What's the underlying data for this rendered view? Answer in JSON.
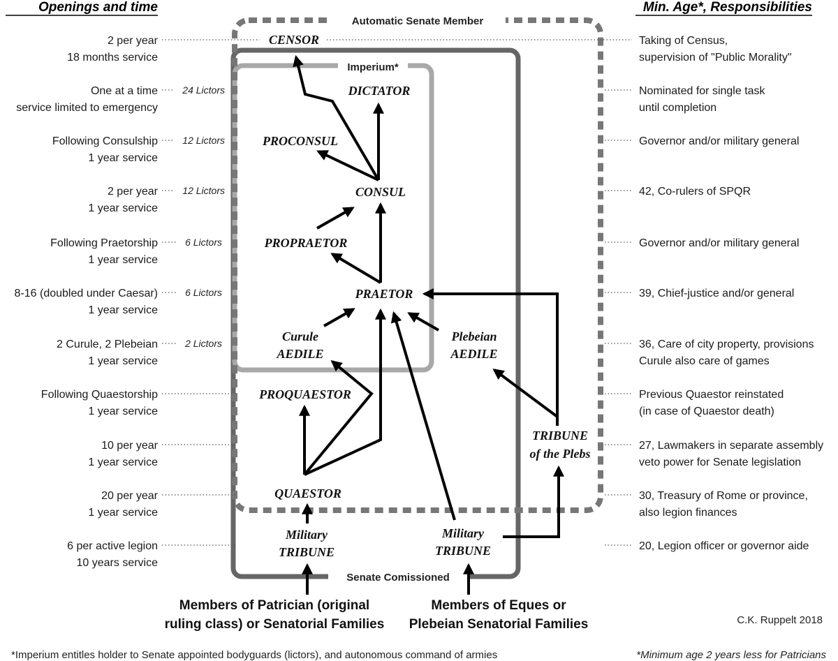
{
  "headers": {
    "left": "Openings and time",
    "right": "Min. Age*, Responsibilities"
  },
  "boxes": {
    "senate_member": "Automatic Senate Member",
    "imperium": "Imperium*",
    "senate_commissioned": "Senate Comissioned"
  },
  "offices": {
    "censor": "CENSOR",
    "dictator": "DICTATOR",
    "proconsul": "PROCONSUL",
    "consul": "CONSUL",
    "propraetor": "PROPRAETOR",
    "praetor": "PRAETOR",
    "curule_aedile_1": "Curule",
    "curule_aedile_2": "AEDILE",
    "plebeian_aedile_1": "Plebeian",
    "plebeian_aedile_2": "AEDILE",
    "proquaestor": "PROQUAESTOR",
    "tribune_plebs_1": "TRIBUNE",
    "tribune_plebs_2": "of the Plebs",
    "quaestor": "QUAESTOR",
    "mil_tribune_left_1": "Military",
    "mil_tribune_left_2": "TRIBUNE",
    "mil_tribune_right_1": "Military",
    "mil_tribune_right_2": "TRIBUNE"
  },
  "rows": [
    {
      "left1": "2 per year",
      "left2": "18 months service",
      "lictors": "",
      "right1": "Taking of Census,",
      "right2": "supervision of \"Public Morality\""
    },
    {
      "left1": "One at a time",
      "left2": "service limited to emergency",
      "lictors": "24 Lictors",
      "right1": "Nominated for single task",
      "right2": "until completion"
    },
    {
      "left1": "Following Consulship",
      "left2": "1 year service",
      "lictors": "12 Lictors",
      "right1": "Governor and/or military general",
      "right2": ""
    },
    {
      "left1": "2 per year",
      "left2": "1 year service",
      "lictors": "12 Lictors",
      "right1": "42, Co-rulers of SPQR",
      "right2": ""
    },
    {
      "left1": "Following Praetorship",
      "left2": "1 year service",
      "lictors": "6 Lictors",
      "right1": "Governor and/or military general",
      "right2": ""
    },
    {
      "left1": "8-16 (doubled under Caesar)",
      "left2": "1 year service",
      "lictors": "6 Lictors",
      "right1": "39, Chief-justice and/or general",
      "right2": ""
    },
    {
      "left1": "2 Curule, 2 Plebeian",
      "left2": "1 year service",
      "lictors": "2 Lictors",
      "right1": "36, Care of city property, provisions",
      "right2": "Curule also care of games"
    },
    {
      "left1": "Following Quaestorship",
      "left2": "1 year service",
      "lictors": "",
      "right1": "Previous Quaestor reinstated",
      "right2": "(in case of Quaestor death)"
    },
    {
      "left1": "10 per year",
      "left2": "1 year service",
      "lictors": "",
      "right1": "27, Lawmakers in separate assembly",
      "right2": "veto power for Senate legislation"
    },
    {
      "left1": "20 per year",
      "left2": "1 year service",
      "lictors": "",
      "right1": "30, Treasury of Rome or province,",
      "right2": "also legion finances"
    },
    {
      "left1": "6 per active legion",
      "left2": "10 years service",
      "lictors": "",
      "right1": "20, Legion officer or governor aide",
      "right2": ""
    }
  ],
  "sources": {
    "left_1": "Members of Patrician (original",
    "left_2": "ruling class) or Senatorial Families",
    "right_1": "Members of Eques or",
    "right_2": "Plebeian Senatorial Families"
  },
  "credit": "C.K. Ruppelt 2018",
  "footnotes": {
    "left": "*Imperium entitles holder to Senate appointed bodyguards (lictors), and autonomous command of armies",
    "right": "*Minimum age 2 years less for Patricians"
  }
}
